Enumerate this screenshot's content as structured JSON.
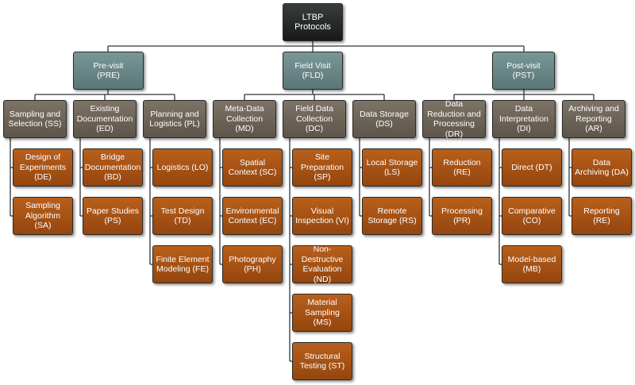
{
  "root": "LTBP\nProtocols",
  "phases": [
    {
      "id": "pre",
      "label": "Pre-visit\n(PRE)",
      "categories": [
        {
          "id": "ss",
          "label": "Sampling and\nSelection (SS)",
          "items": [
            "Design of\nExperiments\n(DE)",
            "Sampling\nAlgorithm\n(SA)"
          ]
        },
        {
          "id": "ed",
          "label": "Existing\nDocumentation\n(ED)",
          "items": [
            "Bridge\nDocumentation\n(BD)",
            "Paper Studies\n(PS)"
          ]
        },
        {
          "id": "pl",
          "label": "Planning and\nLogistics (PL)",
          "items": [
            "Logistics (LO)",
            "Test Design\n(TD)",
            "Finite Element\nModeling (FE)"
          ]
        }
      ]
    },
    {
      "id": "fld",
      "label": "Field Visit\n(FLD)",
      "categories": [
        {
          "id": "md",
          "label": "Meta-Data\nCollection\n(MD)",
          "items": [
            "Spatial\nContext (SC)",
            "Environmental\nContext (EC)",
            "Photography\n(PH)"
          ]
        },
        {
          "id": "dc",
          "label": "Field Data\nCollection\n(DC)",
          "items": [
            "Site\nPreparation\n(SP)",
            "Visual\nInspection (VI)",
            "Non-Destructive\nEvaluation\n(ND)",
            "Material\nSampling\n(MS)",
            "Structural\nTesting (ST)"
          ]
        },
        {
          "id": "ds",
          "label": "Data Storage\n(DS)",
          "items": [
            "Local Storage\n(LS)",
            "Remote\nStorage (RS)"
          ]
        }
      ]
    },
    {
      "id": "pst",
      "label": "Post-visit\n(PST)",
      "categories": [
        {
          "id": "dr",
          "label": "Data\nReduction and\nProcessing\n(DR)",
          "items": [
            "Reduction\n(RE)",
            "Processing\n(PR)"
          ]
        },
        {
          "id": "di",
          "label": "Data\nInterpretation\n(DI)",
          "items": [
            "Direct (DT)",
            "Comparative\n(CO)",
            "Model-based\n(MB)"
          ]
        },
        {
          "id": "ar",
          "label": "Archiving and\nReporting\n(AR)",
          "items": [
            "Data\nArchiving (DA)",
            "Reporting\n(RE)"
          ]
        }
      ]
    }
  ]
}
